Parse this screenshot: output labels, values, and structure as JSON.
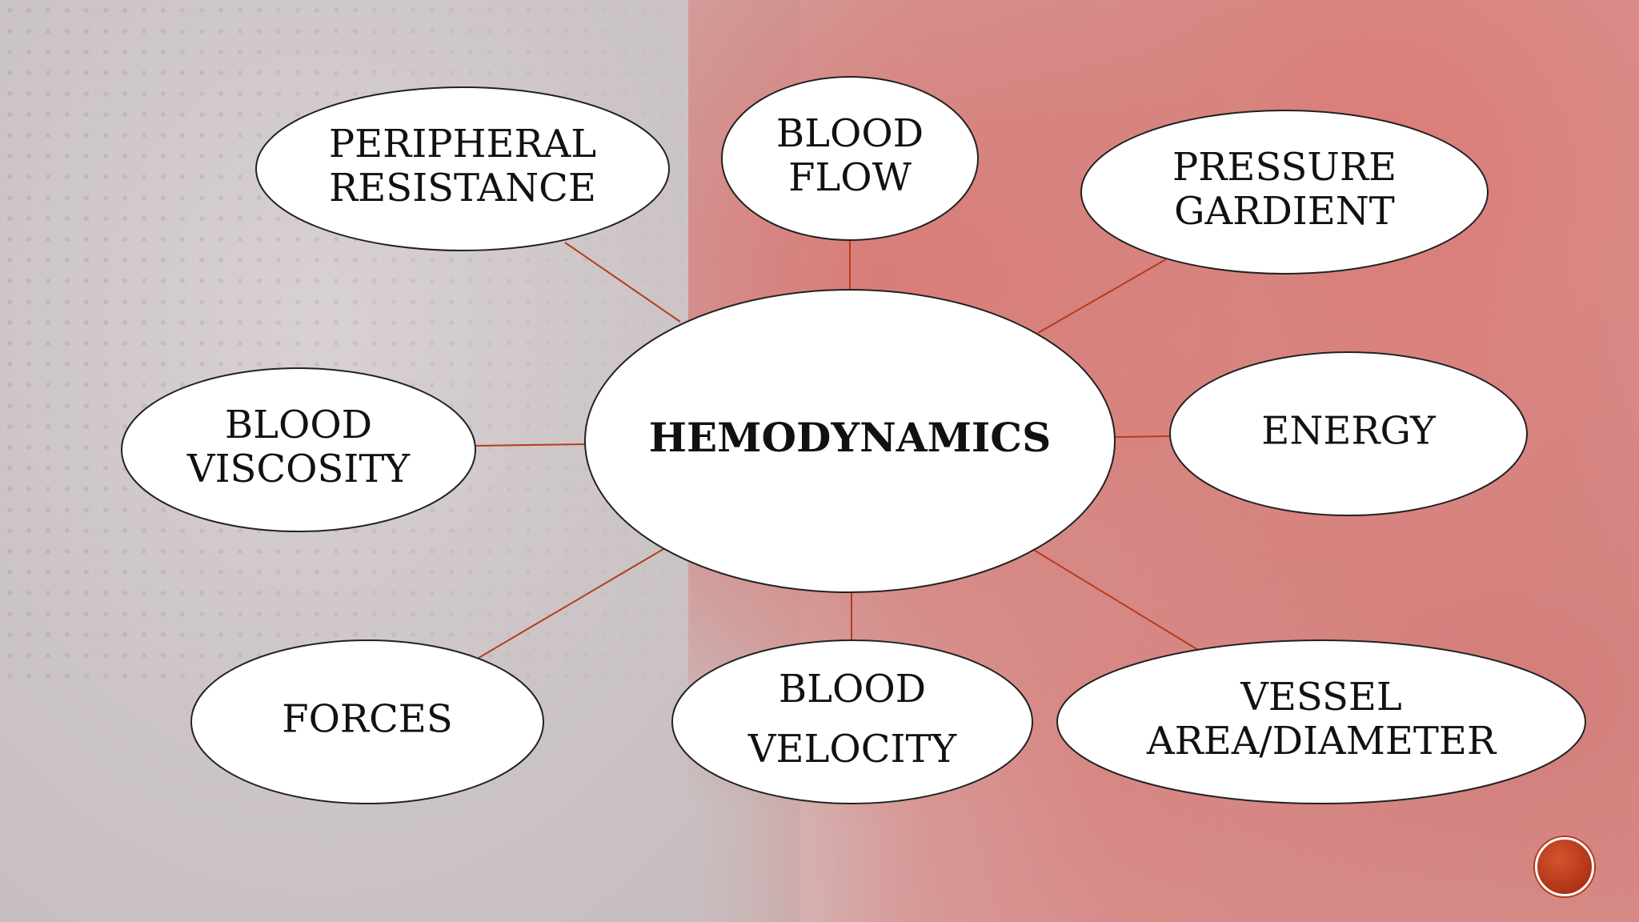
{
  "center": {
    "label": "HEMODYNAMICS"
  },
  "nodes": [
    {
      "id": "peripheral-resistance",
      "lines": [
        "PERIPHERAL",
        "RESISTANCE"
      ]
    },
    {
      "id": "blood-flow",
      "lines": [
        "BLOOD",
        "FLOW"
      ]
    },
    {
      "id": "pressure-gardient",
      "lines": [
        "PRESSURE",
        "GARDIENT"
      ]
    },
    {
      "id": "blood-viscosity",
      "lines": [
        "BLOOD",
        "VISCOSITY"
      ]
    },
    {
      "id": "energy",
      "lines": [
        "ENERGY"
      ]
    },
    {
      "id": "forces",
      "lines": [
        "FORCES"
      ]
    },
    {
      "id": "blood-velocity",
      "lines": [
        "BLOOD",
        "VELOCITY"
      ]
    },
    {
      "id": "vessel-area-diameter",
      "lines": [
        "VESSEL",
        "AREA/DIAMETER"
      ]
    }
  ],
  "colors": {
    "connector": "#b53c1e",
    "node_fill": "#ffffff",
    "node_stroke": "#222222",
    "nav_button": "#c0441f"
  },
  "icons": {
    "nav_button": "next-slide-button"
  }
}
